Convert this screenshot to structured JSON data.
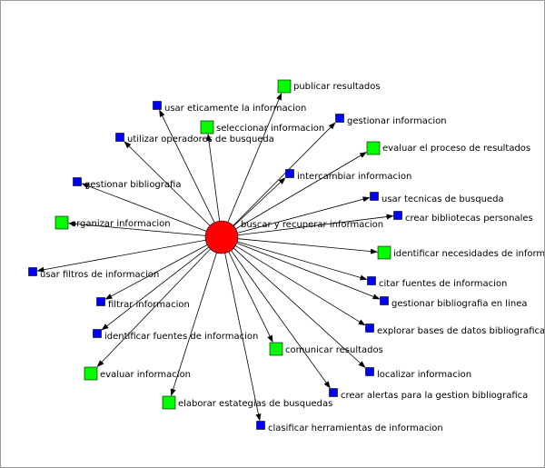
{
  "colors": {
    "center": "#ff0000",
    "green_node": "#00ff00",
    "blue_node": "#0000ff",
    "edge": "#000000"
  },
  "center": {
    "label": "buscar y recuperar informacion"
  },
  "nodes": [
    {
      "label": "publicar resultados",
      "type": "green"
    },
    {
      "label": "usar eticamente la informacion",
      "type": "blue"
    },
    {
      "label": "seleccionar informacion",
      "type": "green"
    },
    {
      "label": "gestionar informacion",
      "type": "blue"
    },
    {
      "label": "utilizar operadores de busqueda",
      "type": "blue"
    },
    {
      "label": "evaluar el proceso de resultados",
      "type": "green"
    },
    {
      "label": "intercambiar informacion",
      "type": "blue"
    },
    {
      "label": "gestionar bibliografia",
      "type": "blue"
    },
    {
      "label": "usar tecnicas de busqueda",
      "type": "blue"
    },
    {
      "label": "crear bibliotecas personales",
      "type": "blue"
    },
    {
      "label": "organizar informacion",
      "type": "green"
    },
    {
      "label": "identificar necesidades de informacio",
      "type": "green"
    },
    {
      "label": "usar filtros de informacion",
      "type": "blue"
    },
    {
      "label": "citar fuentes de informacion",
      "type": "blue"
    },
    {
      "label": "filtrar informacion",
      "type": "blue"
    },
    {
      "label": "gestionar bibliografia en linea",
      "type": "blue"
    },
    {
      "label": "explorar bases de datos bibliograficas",
      "type": "blue"
    },
    {
      "label": "identificar fuentes de informacion",
      "type": "blue"
    },
    {
      "label": "comunicar resultados",
      "type": "green"
    },
    {
      "label": "evaluar informacion",
      "type": "green"
    },
    {
      "label": "localizar informacion",
      "type": "blue"
    },
    {
      "label": "crear alertas para la gestion bibliografica",
      "type": "blue"
    },
    {
      "label": "elaborar estategias de busquedas",
      "type": "green"
    },
    {
      "label": "clasificar herramientas de informacion",
      "type": "blue"
    }
  ]
}
